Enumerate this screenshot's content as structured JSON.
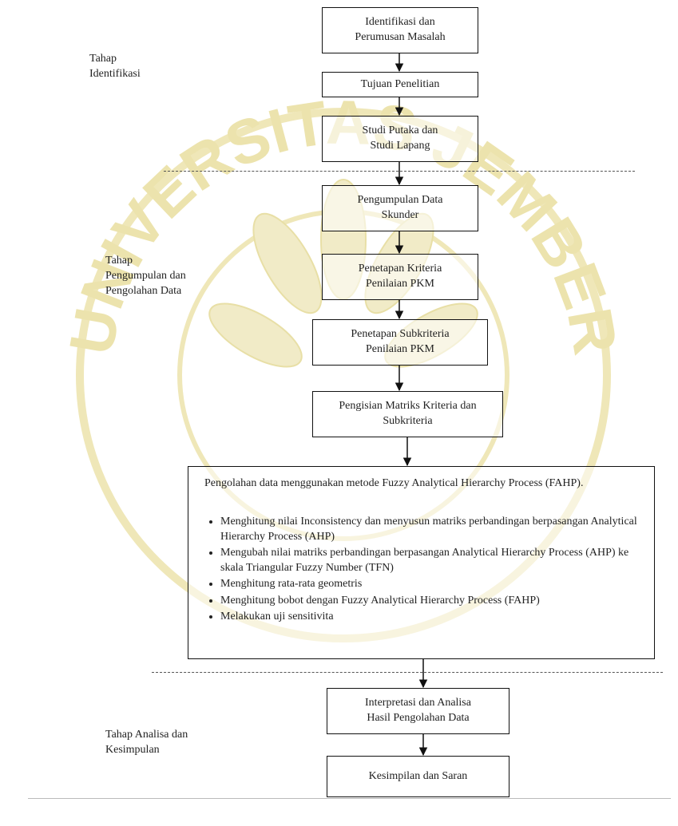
{
  "watermark": {
    "text": "UNIVERSITAS JEMBER",
    "color": "#e8dfa6"
  },
  "stages": {
    "identification": [
      "Tahap",
      "Identifikasi"
    ],
    "collection": [
      "Tahap",
      "Pengumpulan dan",
      "Pengolahan Data"
    ],
    "analysis": [
      "Tahap Analisa dan",
      "Kesimpulan"
    ]
  },
  "steps": {
    "step1": [
      "Identifikasi dan",
      "Perumusan Masalah"
    ],
    "step2": [
      "Tujuan Penelitian"
    ],
    "step3": [
      "Studi Putaka dan",
      "Studi Lapang"
    ],
    "step4": [
      "Pengumpulan Data",
      "Skunder"
    ],
    "step5": [
      "Penetapan Kriteria",
      "Penilaian PKM"
    ],
    "step6": [
      "Penetapan Subkriteria",
      "Penilaian PKM"
    ],
    "step7": [
      "Pengisian Matriks Kriteria dan",
      "Subkriteria"
    ],
    "step9": [
      "Interpretasi dan Analisa",
      "Hasil Pengolahan Data"
    ],
    "step10": [
      "Kesimpilan dan Saran"
    ]
  },
  "processing": {
    "intro": "Pengolahan data menggunakan metode Fuzzy Analytical Hierarchy Process (FAHP).",
    "bullets": [
      "Menghitung nilai Inconsistency dan menyusun matriks perbandingan berpasangan Analytical Hierarchy Process (AHP)",
      "Mengubah nilai matriks perbandingan berpasangan Analytical Hierarchy Process (AHP) ke skala Triangular Fuzzy Number (TFN)",
      "Menghitung rata-rata geometris",
      "Menghitung bobot dengan Fuzzy Analytical Hierarchy Process (FAHP)",
      "Melakukan uji sensitivita"
    ]
  }
}
